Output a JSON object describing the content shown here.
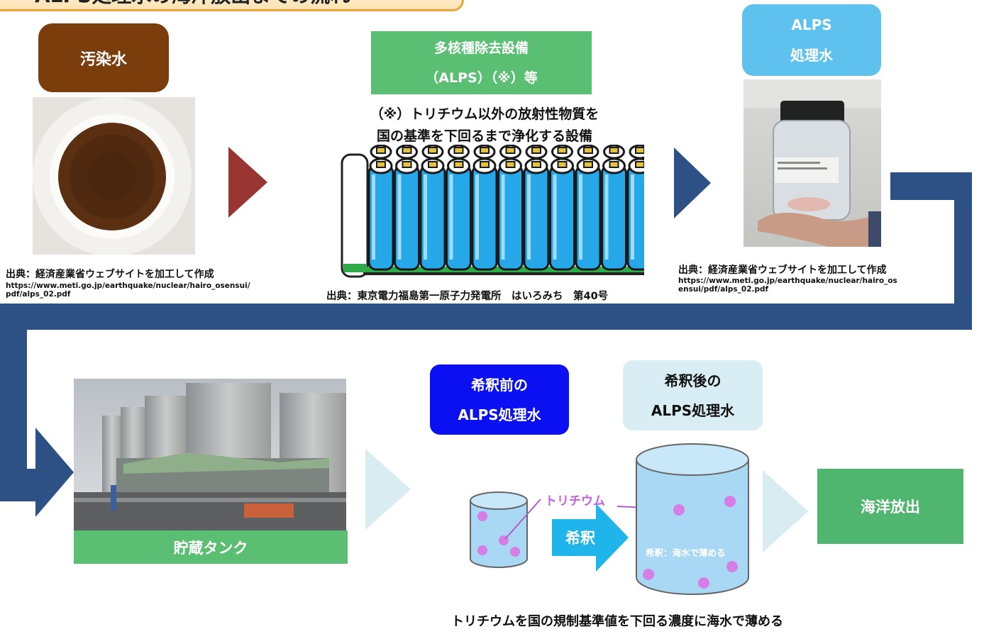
{
  "title": "ALPS処理水の海洋放出までの流れ",
  "stages": {
    "contaminated": "汚染水",
    "alps_facility": [
      "多核種除去設備",
      "（ALPS）（※）等"
    ],
    "alps_note": [
      "（※）トリチウム以外の放射性物質を",
      "国の基準を下回るまで浄化する設備"
    ],
    "treated": [
      "ALPS",
      "処理水"
    ],
    "tank": "貯蔵タンク",
    "before": [
      "希釈前の",
      "ALPS処理水"
    ],
    "after": [
      "希釈後の",
      "ALPS処理水"
    ],
    "release": "海洋放出"
  },
  "sources": {
    "meti_1": "出典：経済産業省ウェブサイトを加工して作成",
    "meti_1_url": [
      "https://www.meti.go.jp/earthquake/nuclear/hairo_osensui/",
      "pdf/alps_02.pdf"
    ],
    "tepco": "出典：東京電力福島第一原子力発電所　はいろみち　第40号",
    "meti_2": "出典：経済産業省ウェブサイトを加工して作成",
    "meti_2_url": [
      "https://www.meti.go.jp/earthquake/nuclear/hairo_os",
      "ensui/pdf/alps_02.pdf"
    ]
  },
  "dilution": {
    "tritium_label": "トリチウム",
    "arrow_label": "希釈",
    "tank_caption": "希釈：海水で薄める",
    "footer": "トリチウムを国の規制基準値を下回る濃度に海水で薄める"
  },
  "colors": {
    "contaminated_label": "#7b3d0b",
    "alps_label": "#5bbf73",
    "treated_label": "#5ec1ee",
    "band": "#2e5185",
    "arrow_red": "#9a3631",
    "arrow_light": "#d8ecf2",
    "before_label": "#0a10f2",
    "after_label": "#d9eef4",
    "tritium": "#d77ee6",
    "dilute_arrow": "#1fb4ea",
    "release_label": "#50b56e"
  },
  "icons": [
    "beaker-photo",
    "alps-vessel-diagram",
    "jar-photo",
    "storage-tank-photo",
    "small-cylinder",
    "large-cylinder"
  ]
}
